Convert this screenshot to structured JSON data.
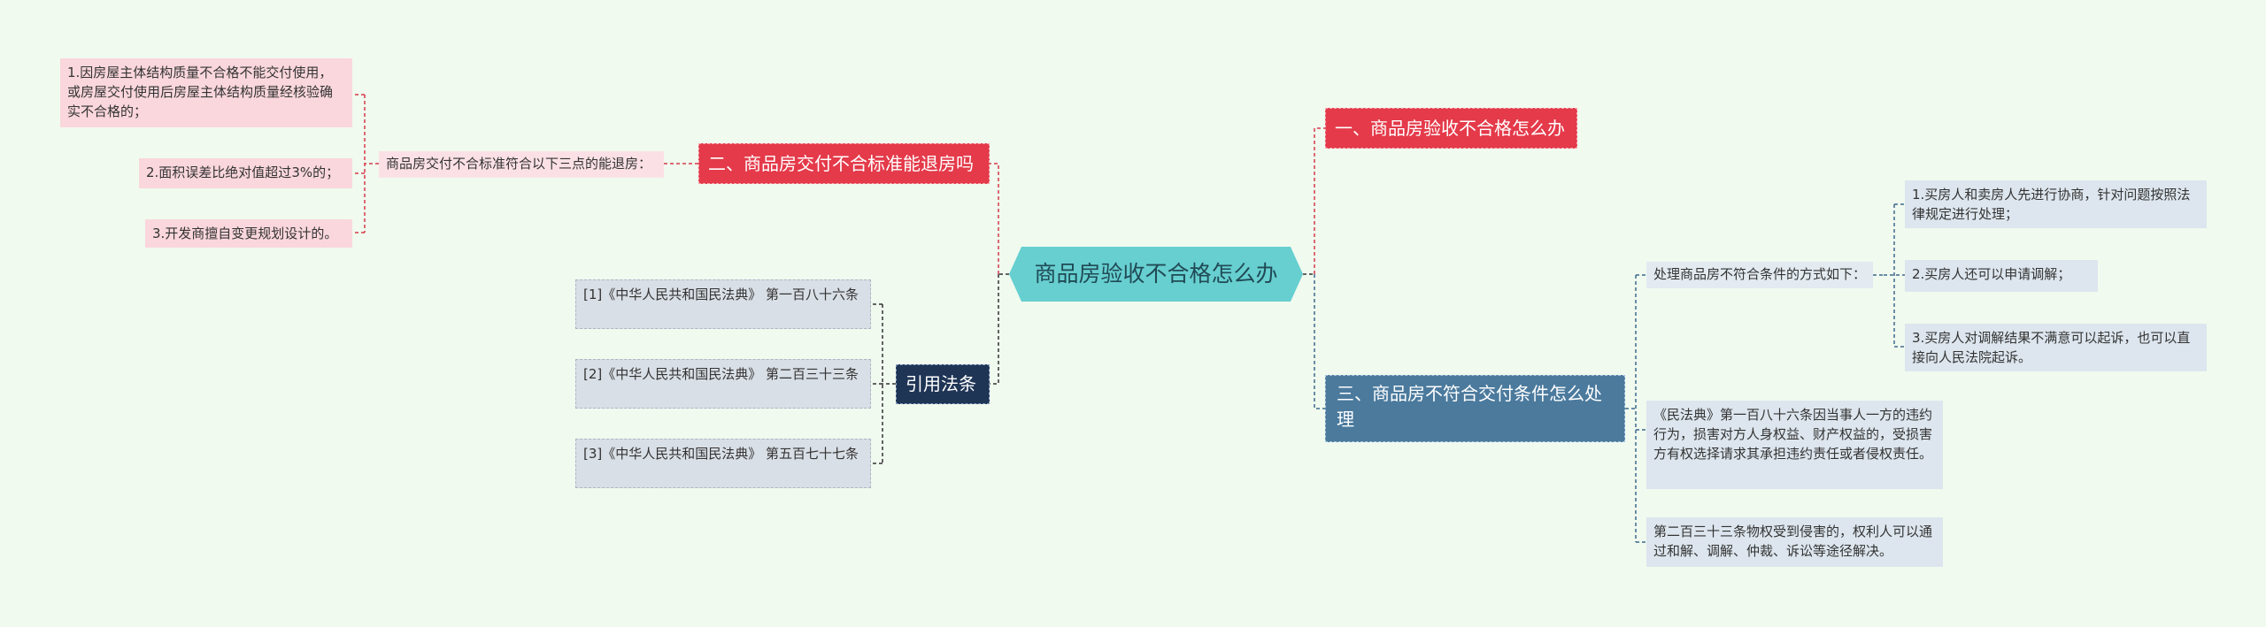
{
  "center": {
    "label": "商品房验收不合格怎么办"
  },
  "branch_one": {
    "label": "一、商品房验收不合格怎么办"
  },
  "branch_two": {
    "label": "二、商品房交付不合标准能退房吗",
    "intro": "商品房交付不合标准符合以下三点的能退房：",
    "items": [
      "1.因房屋主体结构质量不合格不能交付使用，或房屋交付使用后房屋主体结构质量经核验确实不合格的；",
      "2.面积误差比绝对值超过3%的；",
      "3.开发商擅自变更规划设计的。"
    ]
  },
  "branch_three": {
    "label": "三、商品房不符合交付条件怎么处理",
    "method_intro": "处理商品房不符合条件的方式如下：",
    "methods": [
      "1.买房人和卖房人先进行协商，针对问题按照法律规定进行处理；",
      "2.买房人还可以申请调解；",
      "3.买房人对调解结果不满意可以起诉，也可以直接向人民法院起诉。"
    ],
    "law_notes": [
      "《民法典》第一百八十六条因当事人一方的违约行为，损害对方人身权益、财产权益的，受损害方有权选择请求其承担违约责任或者侵权责任。",
      "第二百三十三条物权受到侵害的，权利人可以通过和解、调解、仲裁、诉讼等途径解决。"
    ]
  },
  "citations": {
    "label": "引用法条",
    "items": [
      "[1]《中华人民共和国民法典》 第一百八十六条",
      "[2]《中华人民共和国民法典》 第二百三十三条",
      "[3]《中华人民共和国民法典》 第五百七十七条"
    ]
  },
  "colors": {
    "background": "#f0faef",
    "center": "#67cfd0",
    "branch_red": "#e43a4a",
    "branch_navy": "#1f3556",
    "branch_steel": "#4b7a9d",
    "leaf_pink": "#fad7dc",
    "leaf_gray": "#d9dfe6",
    "leaf_blue": "#dde6ee"
  }
}
